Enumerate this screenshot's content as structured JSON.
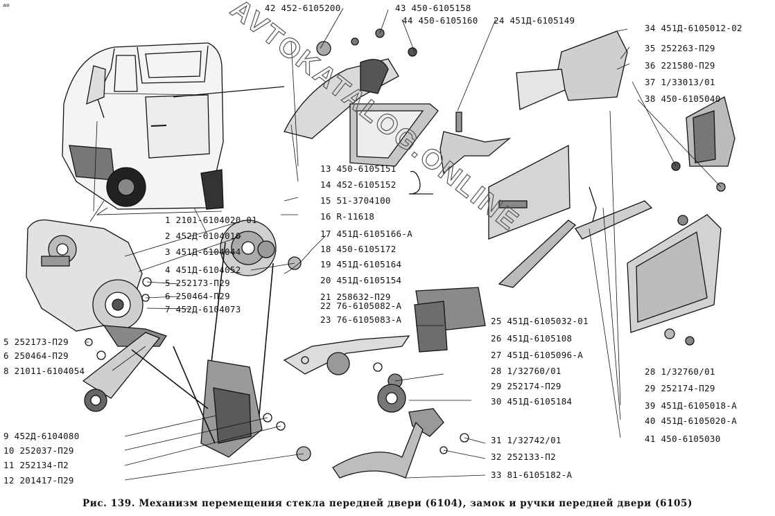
{
  "corner_mark": "ае",
  "watermark": "AVTOKATALOG.ONLINE",
  "caption": "Рис. 139. Механизм перемещения стекла передней двери (6104), замок и ручки передней двери (6105)",
  "callouts_left": [
    {
      "num": "1",
      "part": "2101-6104020-01"
    },
    {
      "num": "2",
      "part": "452Д-6104010"
    },
    {
      "num": "3",
      "part": "451Д-6104044"
    },
    {
      "num": "4",
      "part": "451Д-6104052"
    },
    {
      "num": "5",
      "part": "252173-П29"
    },
    {
      "num": "6",
      "part": "250464-П29"
    },
    {
      "num": "7",
      "part": "452Д-6104073"
    },
    {
      "num": "5",
      "part": "252173-П29"
    },
    {
      "num": "6",
      "part": "250464-П29"
    },
    {
      "num": "8",
      "part": "21011-6104054"
    },
    {
      "num": "9",
      "part": "452Д-6104080"
    },
    {
      "num": "10",
      "part": "252037-П29"
    },
    {
      "num": "11",
      "part": "252134-П2"
    },
    {
      "num": "12",
      "part": "201417-П29"
    }
  ],
  "callouts_top": [
    {
      "num": "42",
      "part": "452-6105200"
    },
    {
      "num": "43",
      "part": "450-6105158"
    },
    {
      "num": "44",
      "part": "450-6105160"
    },
    {
      "num": "24",
      "part": "451Д-6105149"
    }
  ],
  "callouts_center": [
    {
      "num": "13",
      "part": "450-6105151"
    },
    {
      "num": "14",
      "part": "452-6105152"
    },
    {
      "num": "15",
      "part": "51-3704100"
    },
    {
      "num": "16",
      "part": "R-11618"
    },
    {
      "num": "17",
      "part": "451Д-6105166-А"
    },
    {
      "num": "18",
      "part": "450-6105172"
    },
    {
      "num": "19",
      "part": "451Д-6105164"
    },
    {
      "num": "20",
      "part": "451Д-6105154"
    },
    {
      "num": "21",
      "part": "258632-П29"
    },
    {
      "num": "22",
      "part": "76-6105082-А"
    },
    {
      "num": "23",
      "part": "76-6105083-А"
    },
    {
      "num": "25",
      "part": "451Д-6105032-01"
    },
    {
      "num": "26",
      "part": "451Д-6105108"
    },
    {
      "num": "27",
      "part": "451Д-6105096-А"
    },
    {
      "num": "28",
      "part": "1/32760/01"
    },
    {
      "num": "29",
      "part": "252174-П29"
    },
    {
      "num": "30",
      "part": "451Д-6105184"
    },
    {
      "num": "31",
      "part": "1/32742/01"
    },
    {
      "num": "32",
      "part": "252133-П2"
    },
    {
      "num": "33",
      "part": "81-6105182-А"
    }
  ],
  "callouts_right": [
    {
      "num": "34",
      "part": "451Д-6105012-02"
    },
    {
      "num": "35",
      "part": "252263-П29"
    },
    {
      "num": "36",
      "part": "221580-П29"
    },
    {
      "num": "37",
      "part": "1/33013/01"
    },
    {
      "num": "38",
      "part": "450-6105040"
    },
    {
      "num": "28",
      "part": "1/32760/01"
    },
    {
      "num": "29",
      "part": "252174-П29"
    },
    {
      "num": "39",
      "part": "451Д-6105018-А"
    },
    {
      "num": "40",
      "part": "451Д-6105020-А"
    },
    {
      "num": "41",
      "part": "450-6105030"
    }
  ]
}
